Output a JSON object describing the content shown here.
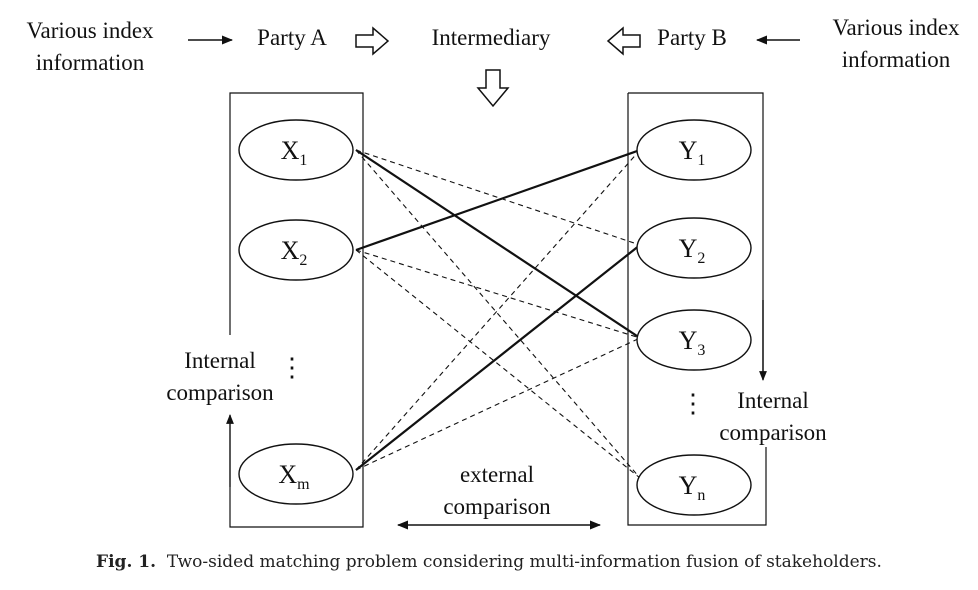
{
  "header": {
    "left_info": [
      "Various index",
      "information"
    ],
    "party_a": "Party A",
    "intermediary": "Intermediary",
    "party_b": "Party B",
    "right_info": [
      "Various index",
      "information"
    ]
  },
  "nodes": {
    "x1": {
      "base": "X",
      "sub": "1"
    },
    "x2": {
      "base": "X",
      "sub": "2"
    },
    "xm": {
      "base": "X",
      "sub": "m"
    },
    "y1": {
      "base": "Y",
      "sub": "1"
    },
    "y2": {
      "base": "Y",
      "sub": "2"
    },
    "y3": {
      "base": "Y",
      "sub": "3"
    },
    "yn": {
      "base": "Y",
      "sub": "n"
    }
  },
  "labels": {
    "internal_left": [
      "Internal",
      "comparison"
    ],
    "internal_right": [
      "Internal",
      "comparison"
    ],
    "external": [
      "external",
      "comparison"
    ],
    "ellipsis": "⋮"
  },
  "caption": {
    "label": "Fig. 1.",
    "text": "Two-sided matching problem considering multi-information fusion of stakeholders."
  }
}
